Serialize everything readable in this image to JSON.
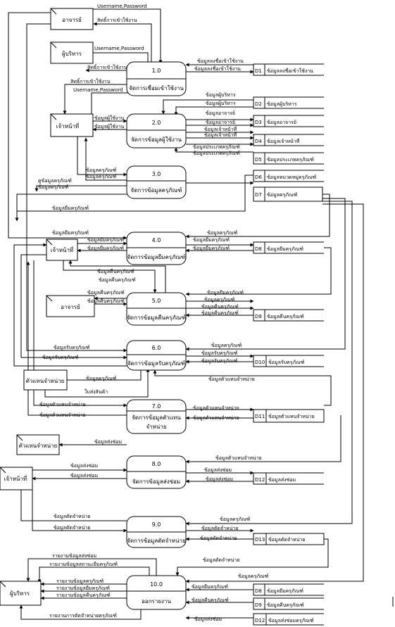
{
  "entities": [
    {
      "id": "ent-teacher-top",
      "label": "อาจารย์"
    },
    {
      "id": "ent-admin-top",
      "label": "ผู้บริหาร"
    },
    {
      "id": "ent-staff-top",
      "label": "เจ้าหน้าที่"
    },
    {
      "id": "ent-staff-mid",
      "label": "เจ้าหน้าที่"
    },
    {
      "id": "ent-teacher-mid",
      "label": "อาจารย์"
    },
    {
      "id": "ent-dealer-a",
      "label": "ตัวแทนจำหน่าย"
    },
    {
      "id": "ent-dealer-b",
      "label": "ตัวแทนจำหน่าย"
    },
    {
      "id": "ent-staff-low",
      "label": "เจ้าหน้าที่"
    },
    {
      "id": "ent-admin-low",
      "label": "ผู้บริหาร"
    }
  ],
  "processes": [
    {
      "id": "p1",
      "number": "1.0",
      "name": "จัดการเชื่อมเข้าใช้งาน"
    },
    {
      "id": "p2",
      "number": "2.0",
      "name": "จัดการข้อมูลผู้ใช้งาน"
    },
    {
      "id": "p3",
      "number": "3.0",
      "name": "จัดการข้อมูลครุภัณฑ์"
    },
    {
      "id": "p4",
      "number": "4.0",
      "name": "จัดการข้อมูลยืมครุภัณฑ์"
    },
    {
      "id": "p5",
      "number": "5.0",
      "name": "จัดการข้อมูลคืนครุภัณฑ์"
    },
    {
      "id": "p6",
      "number": "6.0",
      "name": "จัดการข้อมูลรับครุภัณฑ์"
    },
    {
      "id": "p7",
      "number": "7.0",
      "name": "จัดการข้อมูลตัวแทน",
      "name2": "จำหน่าย"
    },
    {
      "id": "p8",
      "number": "8.0",
      "name": "จัดการข้อมูลส่งซ่อม"
    },
    {
      "id": "p9",
      "number": "9.0",
      "name": "จัดการข้อมูลตัดจำหน่าย"
    },
    {
      "id": "p10",
      "number": "10.0",
      "name": "ออกรายงาน"
    }
  ],
  "stores": [
    {
      "id": "s1",
      "code": "D1",
      "name": "ข้อมูลลงชื่อเข้าใช้งาน"
    },
    {
      "id": "s2",
      "code": "D2",
      "name": "ข้อมูลผู้บริหาร"
    },
    {
      "id": "s3",
      "code": "D3",
      "name": "ข้อมูลอาจารย์"
    },
    {
      "id": "s4",
      "code": "D4",
      "name": "ข้อมูลเจ้าหน้าที่"
    },
    {
      "id": "s5",
      "code": "D5",
      "name": "ข้อมูลประเภทครุภัณฑ์"
    },
    {
      "id": "s6",
      "code": "D6",
      "name": "ข้อมูลหมวดหมู่ครุภัณฑ์"
    },
    {
      "id": "s7",
      "code": "D7",
      "name": "ข้อมูลครุภัณฑ์"
    },
    {
      "id": "s8",
      "code": "D8",
      "name": "ข้อมูลยืมครุภัณฑ์"
    },
    {
      "id": "s9",
      "code": "D9",
      "name": "ข้อมูลคืนครุภัณฑ์"
    },
    {
      "id": "s10",
      "code": "D10",
      "name": "ข้อมูลรับครุภัณฑ์"
    },
    {
      "id": "s11",
      "code": "D11",
      "name": "ข้อมูลตัวแทนจำหน่าย"
    },
    {
      "id": "s12",
      "code": "D12",
      "name": "ข้อมูลส่งซ่อม"
    },
    {
      "id": "s13",
      "code": "D13",
      "name": "ข้อมูลตัดจำหน่าย"
    },
    {
      "id": "s14",
      "code": "D8",
      "name": "ข้อมูลยืมครุภัณฑ์"
    },
    {
      "id": "s15",
      "code": "D9",
      "name": "ข้อมูลคืนครุภัณฑ์"
    },
    {
      "id": "s16",
      "code": "D12",
      "name": "ข้อมูลส่งซ่อมครุภัณฑ์"
    }
  ],
  "flows": [
    {
      "id": "f1",
      "label": "Username,Password"
    },
    {
      "id": "f2",
      "label": "สิทธิ์การเข้าใช้งาน"
    },
    {
      "id": "f3",
      "label": "Username,Password"
    },
    {
      "id": "f4",
      "label": "สิทธิ์การเข้าใช้งาน"
    },
    {
      "id": "f5",
      "label": "สิทธิ์การเข้าใช้งาน"
    },
    {
      "id": "f6",
      "label": "Username,Password"
    },
    {
      "id": "f7",
      "label": "ข้อมูลลงชื่อเข้าใช้งาน"
    },
    {
      "id": "f8",
      "label": "ข้อมูลลงชื่อเข้าใช้งาน"
    },
    {
      "id": "f9",
      "label": "ข้อมูลผู้บริหาร"
    },
    {
      "id": "f10",
      "label": "ข้อมูลผู้บริหาร"
    },
    {
      "id": "f11",
      "label": "ข้อมูลผู้ใช้งาน"
    },
    {
      "id": "f12",
      "label": "ข้อมูลผู้ใช้งาน"
    },
    {
      "id": "f13",
      "label": "ข้อมูลอาจารย์"
    },
    {
      "id": "f14",
      "label": "ข้อมูลอาจารย์"
    },
    {
      "id": "f15",
      "label": "ข้อมูลเจ้าหน้าที่"
    },
    {
      "id": "f16",
      "label": "ข้อมูลเจ้าหน้าที่"
    },
    {
      "id": "f17",
      "label": "ข้อมูลประเภทครุภัณฑ์"
    },
    {
      "id": "f18",
      "label": "ข้อมูลประเภทครุภัณฑ์"
    },
    {
      "id": "f19",
      "label": "ข้อมูลครุภัณฑ์"
    },
    {
      "id": "f20",
      "label": "ข้อมูลครุภัณฑ์"
    },
    {
      "id": "f21",
      "label": "ดูข้อมูลครุภัณฑ์"
    },
    {
      "id": "f22",
      "label": "ข้อมูลครุภัณฑ์"
    },
    {
      "id": "f23",
      "label": "ข้อมูลยืมครุภัณฑ์"
    },
    {
      "id": "f24",
      "label": "ข้อมูลยืมครุภัณฑ์"
    },
    {
      "id": "f25",
      "label": "ข้อมูลยืมครุภัณฑ์"
    },
    {
      "id": "f26",
      "label": "ข้อมูลยืมครุภัณฑ์"
    },
    {
      "id": "f27",
      "label": "ข้อมูลครุภัณฑ์"
    },
    {
      "id": "f28",
      "label": "ข้อมูลยืมครุภัณฑ์"
    },
    {
      "id": "f29",
      "label": "ข้อมูลยืมครุภัณฑ์"
    },
    {
      "id": "f30",
      "label": "ข้อมูลคืนครุภัณฑ์"
    },
    {
      "id": "f31",
      "label": "ข้อมูลคืนครุภัณฑ์"
    },
    {
      "id": "f32",
      "label": "ข้อมูลคืนครุภัณฑ์"
    },
    {
      "id": "f33",
      "label": "ข้อมูลคืนครุภัณฑ์"
    },
    {
      "id": "f34",
      "label": "ข้อมูลยืมครุภัณฑ์"
    },
    {
      "id": "f35",
      "label": "ข้อมูลครุภัณฑ์"
    },
    {
      "id": "f36",
      "label": "ข้อมูลคืนครุภัณฑ์"
    },
    {
      "id": "f37",
      "label": "ข้อมูลคืนครุภัณฑ์"
    },
    {
      "id": "f38",
      "label": "ข้อมูลรับครุภัณฑ์"
    },
    {
      "id": "f39",
      "label": "ข้อมูลรับครุภัณฑ์"
    },
    {
      "id": "f40",
      "label": "ข้อมูลครุภัณฑ์"
    },
    {
      "id": "f41",
      "label": "ข้อมูลรับครุภัณฑ์"
    },
    {
      "id": "f42",
      "label": "ข้อมูลรับครุภัณฑ์"
    },
    {
      "id": "f43",
      "label": "ข้อมูลครุภัณฑ์"
    },
    {
      "id": "f44",
      "label": "ใบส่งสินค้า"
    },
    {
      "id": "f45",
      "label": "ข้อมูลตัวแทนจำหน่าย"
    },
    {
      "id": "f46",
      "label": "ข้อมูลตัวแทนจำหน่าย"
    },
    {
      "id": "f47",
      "label": "ข้อมูลตัวแทนจำหน่าย"
    },
    {
      "id": "f48",
      "label": "ข้อมูลตัวแทนจำหน่าย"
    },
    {
      "id": "f49",
      "label": "ข้อมูลตัวแทนจำหน่าย"
    },
    {
      "id": "f50",
      "label": "ข้อมูลส่งซ่อม"
    },
    {
      "id": "f51",
      "label": "ข้อมูลตัวแทนจำหน่าย"
    },
    {
      "id": "f52",
      "label": "ข้อมูลส่งซ่อม"
    },
    {
      "id": "f53",
      "label": "ข้อมูลส่งซ่อม"
    },
    {
      "id": "f54",
      "label": "ข้อมูลส่งซ่อม"
    },
    {
      "id": "f55",
      "label": "ข้อมูลส่งซ่อม"
    },
    {
      "id": "f56",
      "label": "ข้อมูลตัดจำหน่าย"
    },
    {
      "id": "f57",
      "label": "ข้อมูลตัดจำหน่าย"
    },
    {
      "id": "f58",
      "label": "ข้อมูลครุภัณฑ์"
    },
    {
      "id": "f59",
      "label": "ข้อมูลตัดจำหน่าย"
    },
    {
      "id": "f60",
      "label": "ข้อมูลตัดจำหน่าย"
    },
    {
      "id": "f61",
      "label": "ข้อมูลตัดจำหน่าย"
    },
    {
      "id": "f62",
      "label": "รายงานข้อมูลส่งซ่อม"
    },
    {
      "id": "f63",
      "label": "รายงานข้อมูลสถานะยืมครุภัณฑ์"
    },
    {
      "id": "f64",
      "label": "รายงานข้อมูลครุภัณฑ์"
    },
    {
      "id": "f65",
      "label": "รายงานข้อมูลยืมครุภัณฑ์"
    },
    {
      "id": "f66",
      "label": "รายงานข้อมูลคืนครุภัณฑ์"
    },
    {
      "id": "f67",
      "label": "รายงานการตัดจำหน่ายครุภัณฑ์"
    },
    {
      "id": "f68",
      "label": "ข้อมูลครุภัณฑ์"
    },
    {
      "id": "f69",
      "label": "ข้อมูลยืมครุภัณฑ์"
    },
    {
      "id": "f70",
      "label": "ข้อมูลคืนครุภัณฑ์"
    },
    {
      "id": "f71",
      "label": "ข้อมูลส่งซ่อม"
    }
  ]
}
